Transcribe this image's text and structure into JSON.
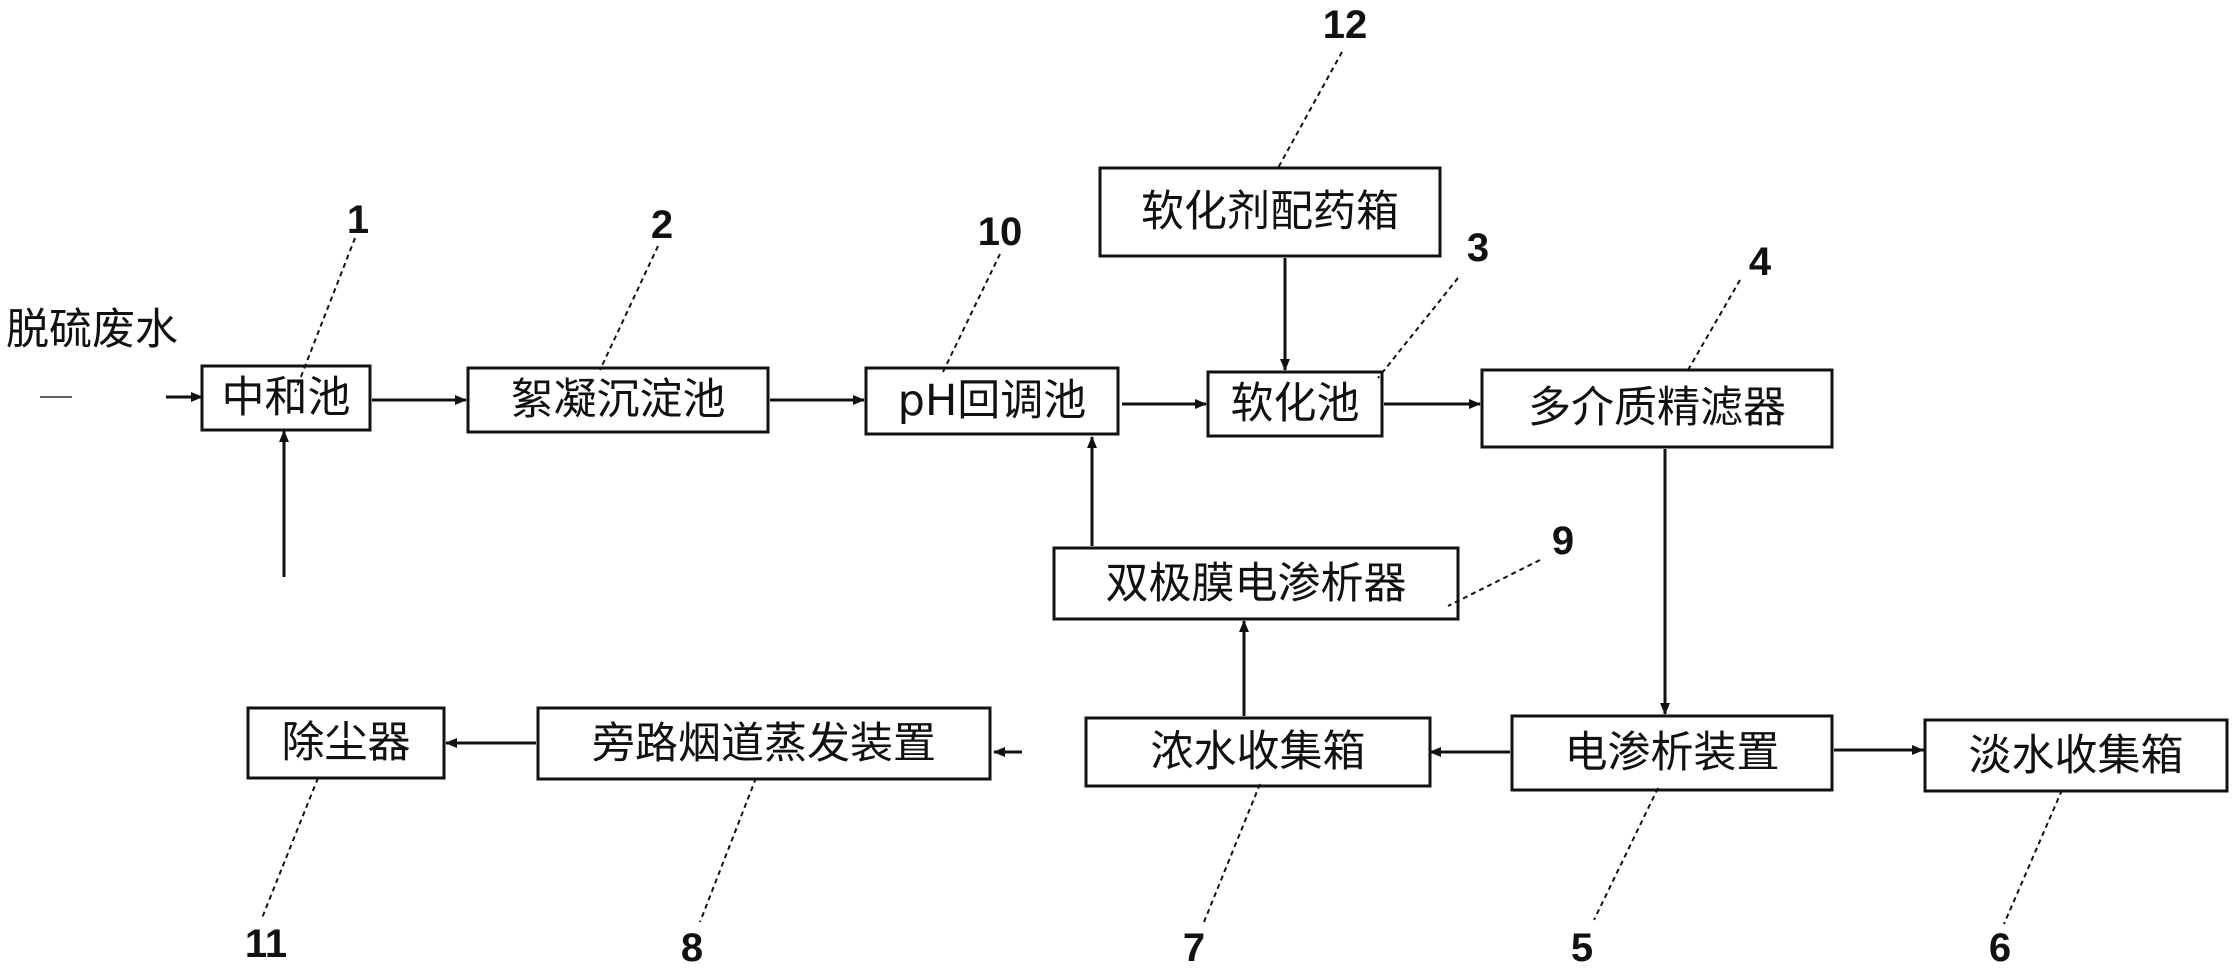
{
  "input_label": "脱硫废水",
  "units": [
    {
      "id": "neutralization",
      "label": "中和池",
      "number": "1"
    },
    {
      "id": "flocculation",
      "label": "絮凝沉淀池",
      "number": "2"
    },
    {
      "id": "softening",
      "label": "软化池",
      "number": "3"
    },
    {
      "id": "filter",
      "label": "多介质精滤器",
      "number": "4"
    },
    {
      "id": "electrodialysis",
      "label": "电渗析装置",
      "number": "5"
    },
    {
      "id": "fresh_water",
      "label": "淡水收集箱",
      "number": "6"
    },
    {
      "id": "brine",
      "label": "浓水收集箱",
      "number": "7"
    },
    {
      "id": "bypass",
      "label": "旁路烟道蒸发装置",
      "number": "8"
    },
    {
      "id": "bipolar",
      "label": "双极膜电渗析器",
      "number": "9"
    },
    {
      "id": "ph_adjust",
      "label": "pH回调池",
      "number": "10"
    },
    {
      "id": "dust",
      "label": "除尘器",
      "number": "11"
    },
    {
      "id": "dosing",
      "label": "软化剂配药箱",
      "number": "12"
    }
  ]
}
